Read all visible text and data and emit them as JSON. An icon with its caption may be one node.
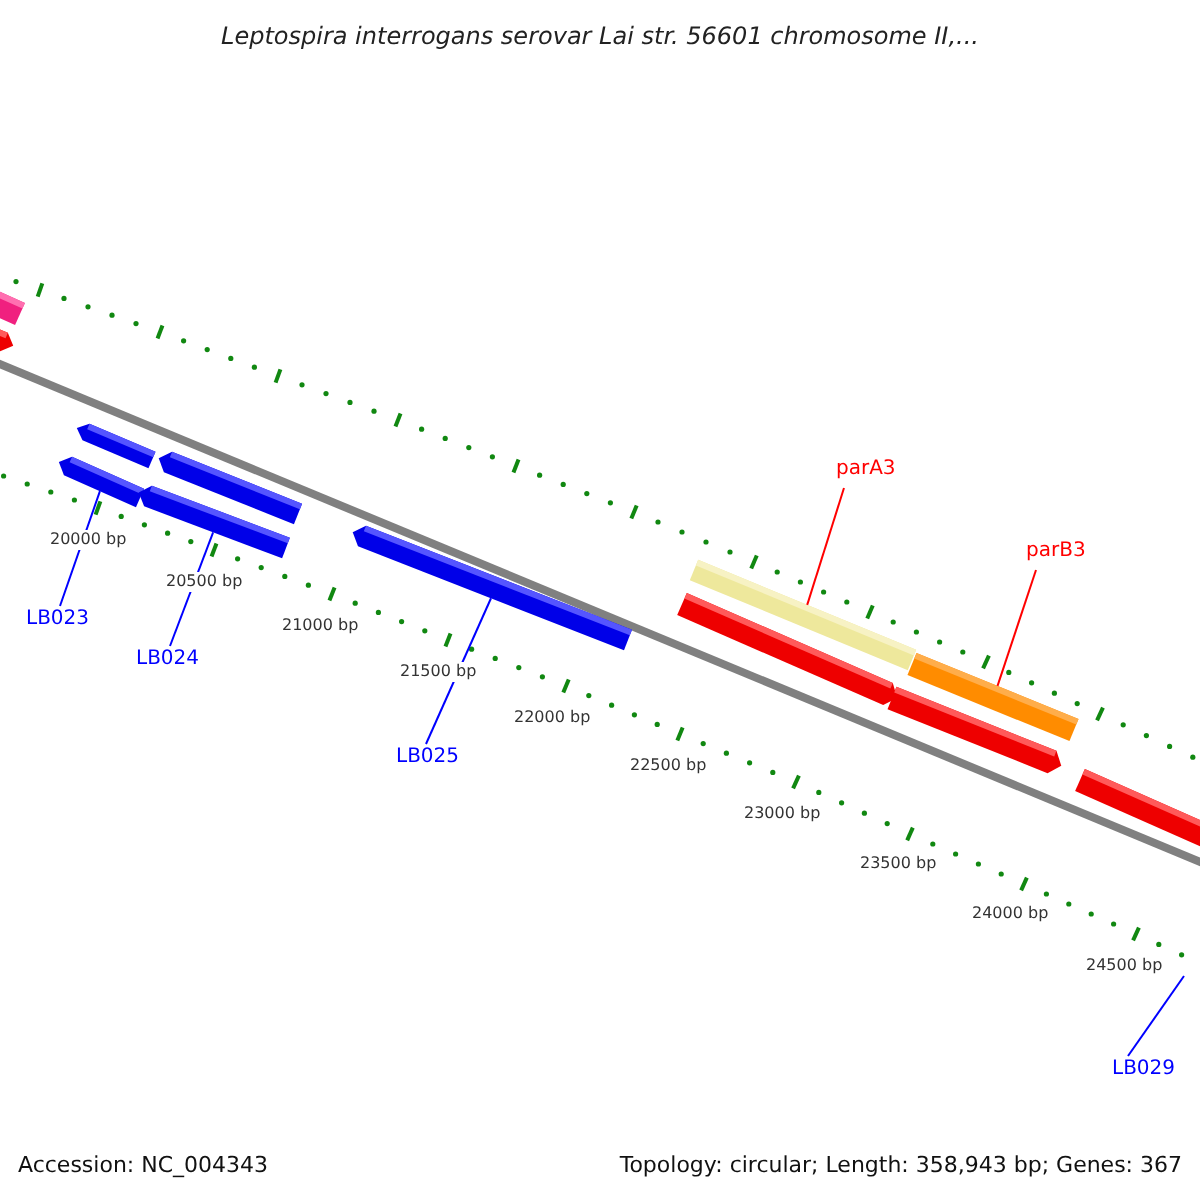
{
  "diagram": {
    "title": "Leptospira interrogans serovar Lai str. 56601 chromosome II,...",
    "nodes": [
      {
        "text": [
          "parA3"
        ]
      },
      {
        "text": [
          "parB3"
        ]
      },
      {
        "text": [
          "LB023"
        ]
      },
      {
        "text": [
          "LB024"
        ]
      },
      {
        "text": [
          "LB025"
        ]
      },
      {
        "text": [
          "LB029"
        ]
      },
      {
        "text": [],
        "shape": "bar"
      },
      {
        "text": [],
        "shape": "bar"
      },
      {
        "text": [],
        "shape": "bar"
      },
      {
        "text": [],
        "shape": "bar"
      },
      {
        "text": [],
        "shape": "bar"
      },
      {
        "text": [],
        "shape": "bar"
      },
      {
        "text": [],
        "shape": "bar"
      },
      {
        "text": [],
        "shape": "bar"
      },
      {
        "text": [],
        "shape": "bar"
      },
      {
        "text": [],
        "shape": "bar"
      },
      {
        "text": [],
        "shape": "bar"
      },
      {
        "text": [],
        "shape": "bar"
      }
    ],
    "edges": [
      {
        "from": 0,
        "to": 13,
        "arrow": "none",
        "color": "#ff0000"
      },
      {
        "from": 1,
        "to": 15,
        "arrow": "none",
        "color": "#ff0000"
      },
      {
        "from": 2,
        "to": 9,
        "arrow": "none"
      },
      {
        "from": 3,
        "to": 11,
        "arrow": "none"
      },
      {
        "from": 4,
        "to": 12,
        "arrow": "none"
      },
      {
        "from": 5,
        "to": null,
        "arrow": "none"
      }
    ],
    "labels": [
      "20000 bp",
      "20500 bp",
      "21000 bp",
      "21500 bp",
      "22000 bp",
      "22500 bp",
      "23000 bp",
      "23500 bp",
      "24000 bp",
      "24500 bp",
      "Accession: NC_004343",
      "Topology: circular; Length: 358,943 bp; Genes: 367"
    ]
  }
}
